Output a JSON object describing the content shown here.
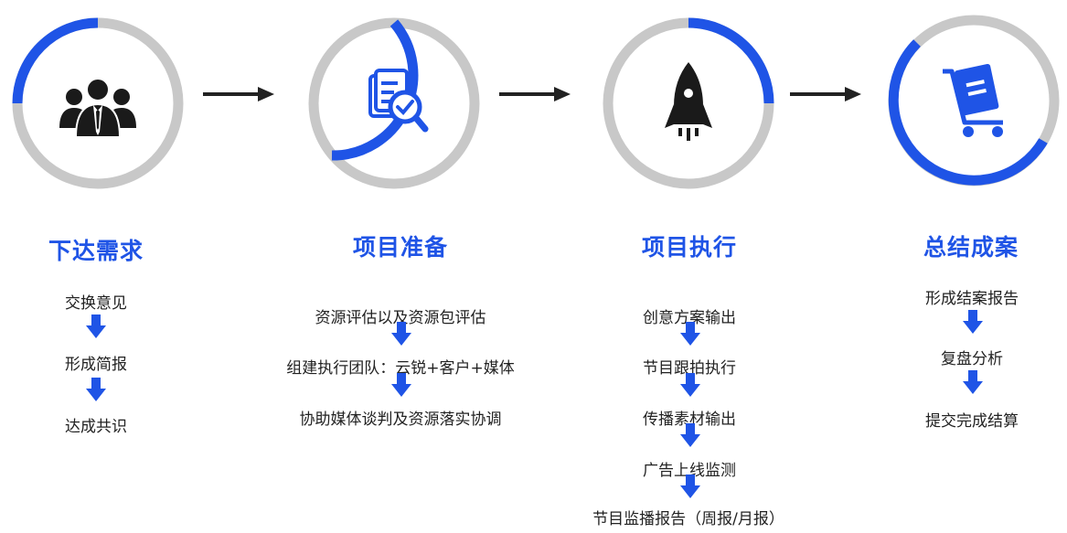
{
  "colors": {
    "accent": "#1f54e6",
    "ring_gray": "#c8c8c8",
    "icon_dark": "#1a1a1a",
    "arrow": "#222222"
  },
  "stages": [
    {
      "icon": "team-people-icon",
      "title": "下达需求",
      "steps": [
        "交换意见",
        "形成简报",
        "达成共识"
      ]
    },
    {
      "icon": "document-search-check-icon",
      "title": "项目准备",
      "steps": [
        "资源评估以及资源包评估",
        "组建执行团队：云锐+客户+媒体",
        "协助媒体谈判及资源落实协调"
      ]
    },
    {
      "icon": "rocket-icon",
      "title": "项目执行",
      "steps": [
        "创意方案输出",
        "节目跟拍执行",
        "传播素材输出",
        "广告上线监测",
        "节目监播报告（周报/月报）"
      ]
    },
    {
      "icon": "cart-document-icon",
      "title": "总结成案",
      "steps": [
        "形成结案报告",
        "复盘分析",
        "提交完成结算"
      ]
    }
  ]
}
